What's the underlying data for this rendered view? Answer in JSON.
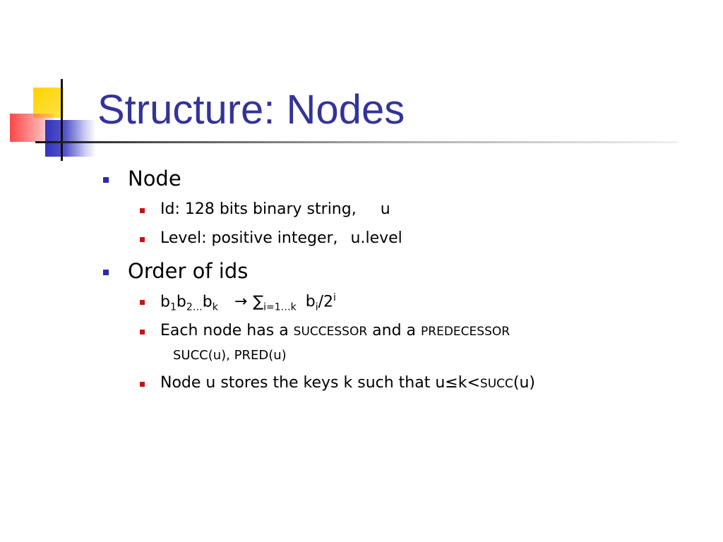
{
  "slide": {
    "title": "Structure: Nodes",
    "node_heading": "Node",
    "id_label": "Id: 128 bits binary string,",
    "id_var": "u",
    "level_label": "Level: positive integer,",
    "level_var": "u.level",
    "order_heading": "Order of ids",
    "formula": {
      "b": "b",
      "s1": "1",
      "s2": "2",
      "dots": "…",
      "sk": "k",
      "arrow": "→",
      "sigma": "∑",
      "range": "i=1…k",
      "bi": "b",
      "si": "i",
      "div": "/2",
      "pow": "i"
    },
    "succ_line": {
      "pre": "Each node has a ",
      "successor": "successor",
      "mid": " and a ",
      "predecessor": "predecessor"
    },
    "succ_note": "SUCC(u), PRED(u)",
    "keys_line": {
      "pre": "Node u stores the keys k such that u≤k<",
      "succ": "succ",
      "post": "(u)"
    }
  }
}
